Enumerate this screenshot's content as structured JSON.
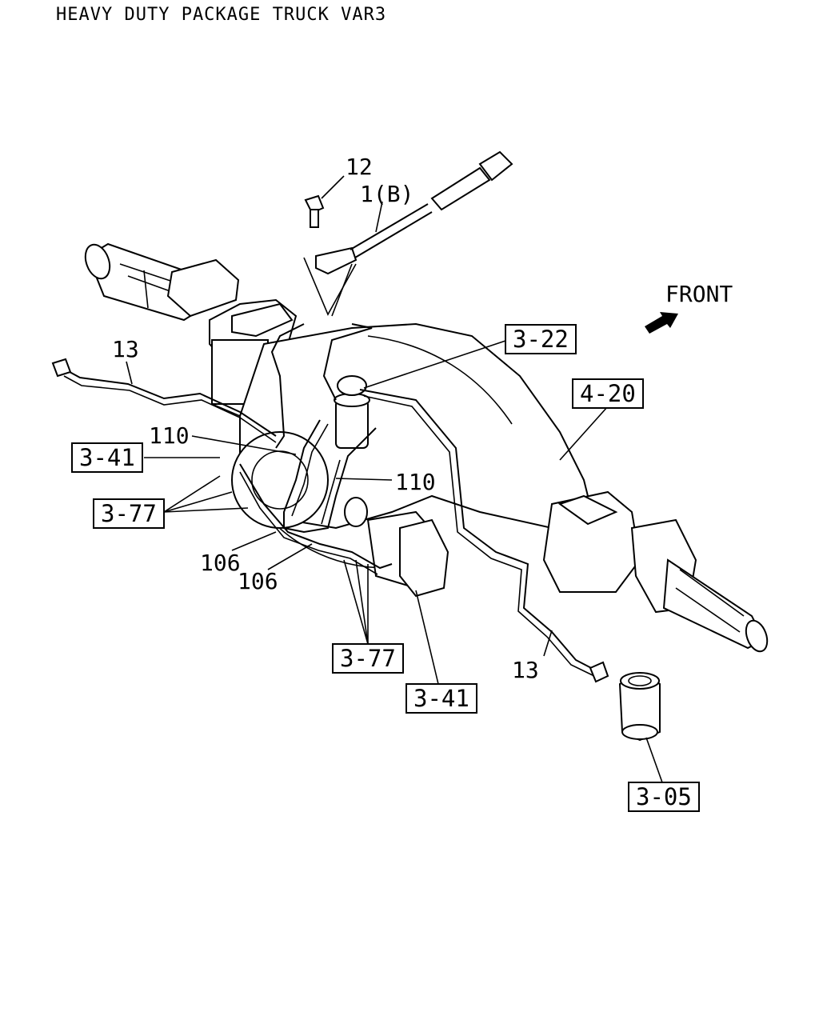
{
  "title": "HEAVY DUTY PACKAGE TRUCK VAR3",
  "front_label": "FRONT",
  "callouts": {
    "c12": "12",
    "c1b": "1(B)",
    "c13_left": "13",
    "c13_right": "13",
    "c110_upper": "110",
    "c110_lower": "110",
    "c106_a": "106",
    "c106_b": "106"
  },
  "refs": {
    "r322": "3-22",
    "r420": "4-20",
    "r341_left": "3-41",
    "r377_left": "3-77",
    "r377_bottom": "3-77",
    "r341_bottom": "3-41",
    "r305": "3-05"
  }
}
